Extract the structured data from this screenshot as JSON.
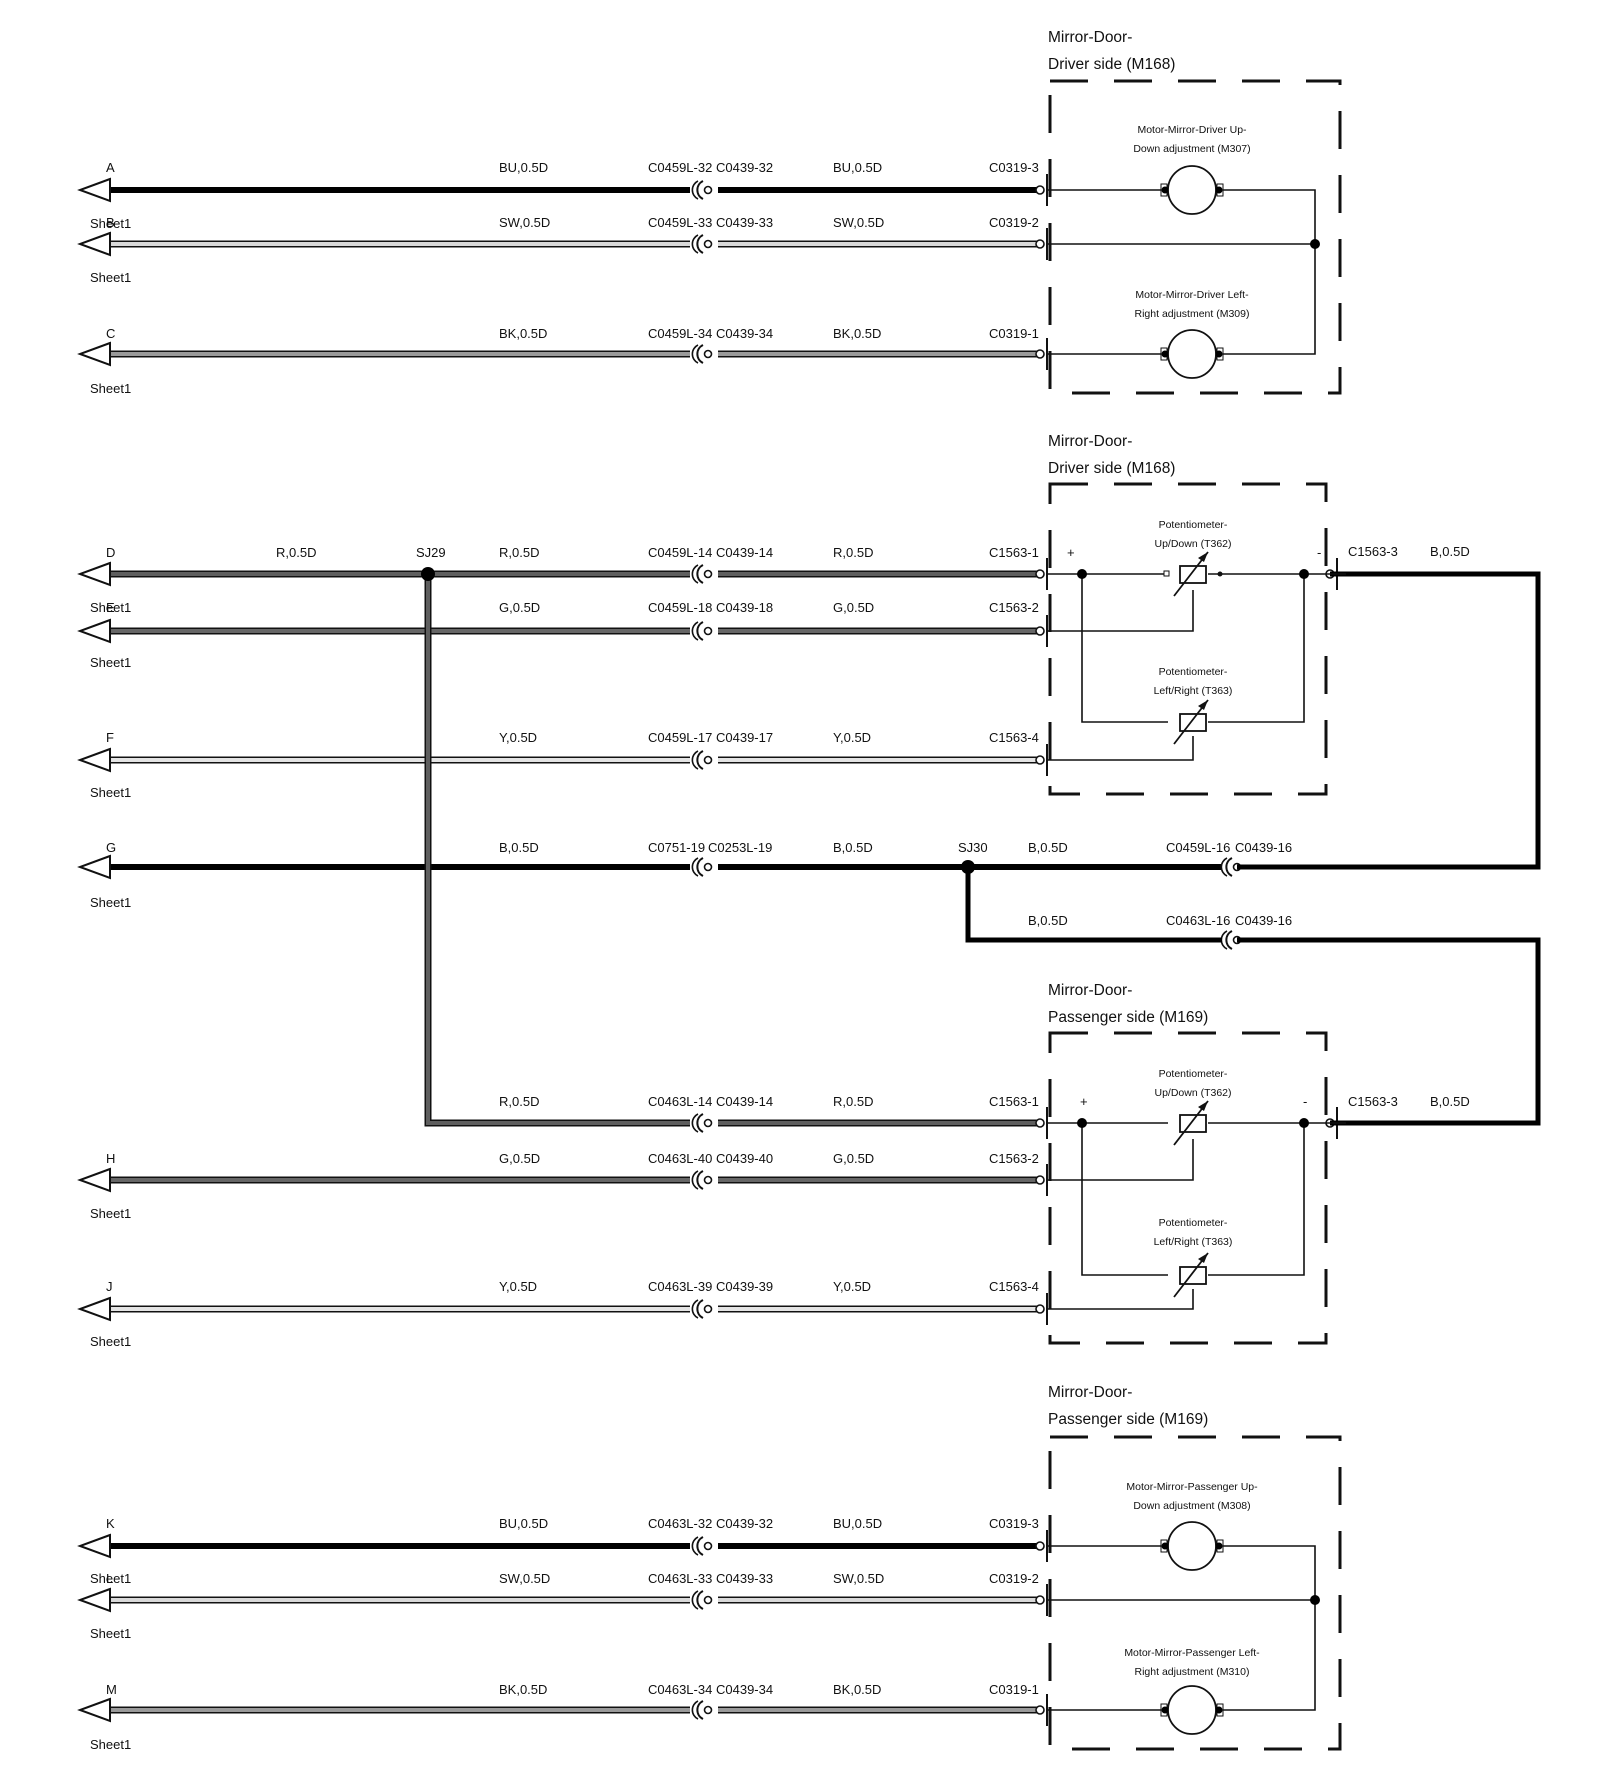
{
  "boxes": {
    "driver_motors": [
      "Mirror-Door-",
      "Driver side (M168)"
    ],
    "driver_pots": [
      "Mirror-Door-",
      "Driver side (M168)"
    ],
    "pass_pots": [
      "Mirror-Door-",
      "Passenger side (M169)"
    ],
    "pass_motors": [
      "Mirror-Door-",
      "Passenger side (M169)"
    ]
  },
  "components": {
    "m307": [
      "Motor-Mirror-Driver Up-",
      "Down adjustment (M307)"
    ],
    "m309": [
      "Motor-Mirror-Driver Left-",
      "Right adjustment (M309)"
    ],
    "t362_drv": [
      "Potentiometer-",
      "Up/Down (T362)"
    ],
    "t363_drv": [
      "Potentiometer-",
      "Left/Right (T363)"
    ],
    "t362_pass": [
      "Potentiometer-",
      "Up/Down (T362)"
    ],
    "t363_pass": [
      "Potentiometer-",
      "Left/Right (T363)"
    ],
    "m308": [
      "Motor-Mirror-Passenger Up-",
      "Down adjustment (M308)"
    ],
    "m310": [
      "Motor-Mirror-Passenger Left-",
      "Right adjustment (M310)"
    ]
  },
  "wires": [
    {
      "id": "A",
      "sheet": "Sheet1",
      "wire1": "BU,0.5D",
      "c1": "C0459L-32",
      "c2": "C0439-32",
      "wire2": "BU,0.5D",
      "end": "C0319-3"
    },
    {
      "id": "B",
      "sheet": "Sheet1",
      "wire1": "SW,0.5D",
      "c1": "C0459L-33",
      "c2": "C0439-33",
      "wire2": "SW,0.5D",
      "end": "C0319-2"
    },
    {
      "id": "C",
      "sheet": "Sheet1",
      "wire1": "BK,0.5D",
      "c1": "C0459L-34",
      "c2": "C0439-34",
      "wire2": "BK,0.5D",
      "end": "C0319-1"
    },
    {
      "id": "D",
      "sheet": "Sheet1",
      "wire0": "R,0.5D",
      "splice": "SJ29",
      "wire1": "R,0.5D",
      "c1": "C0459L-14",
      "c2": "C0439-14",
      "wire2": "R,0.5D",
      "end": "C1563-1"
    },
    {
      "id": "E",
      "sheet": "Sheet1",
      "wire1": "G,0.5D",
      "c1": "C0459L-18",
      "c2": "C0439-18",
      "wire2": "G,0.5D",
      "end": "C1563-2"
    },
    {
      "id": "F",
      "sheet": "Sheet1",
      "wire1": "Y,0.5D",
      "c1": "C0459L-17",
      "c2": "C0439-17",
      "wire2": "Y,0.5D",
      "end": "C1563-4"
    },
    {
      "id": "G",
      "sheet": "Sheet1",
      "wire1": "B,0.5D",
      "c1": "C0751-19",
      "c2": "C0253L-19",
      "wire2": "B,0.5D",
      "splice": "SJ30",
      "wire3": "B,0.5D",
      "c3": "C0459L-16",
      "c4": "C0439-16"
    },
    {
      "id": "G2",
      "wire3": "B,0.5D",
      "c3": "C0463L-16",
      "c4": "C0439-16"
    },
    {
      "id": "R2",
      "wire1": "R,0.5D",
      "c1": "C0463L-14",
      "c2": "C0439-14",
      "wire2": "R,0.5D",
      "end": "C1563-1"
    },
    {
      "id": "H",
      "sheet": "Sheet1",
      "wire1": "G,0.5D",
      "c1": "C0463L-40",
      "c2": "C0439-40",
      "wire2": "G,0.5D",
      "end": "C1563-2"
    },
    {
      "id": "J",
      "sheet": "Sheet1",
      "wire1": "Y,0.5D",
      "c1": "C0463L-39",
      "c2": "C0439-39",
      "wire2": "Y,0.5D",
      "end": "C1563-4"
    },
    {
      "id": "K",
      "sheet": "Sheet1",
      "wire1": "BU,0.5D",
      "c1": "C0463L-32",
      "c2": "C0439-32",
      "wire2": "BU,0.5D",
      "end": "C0319-3"
    },
    {
      "id": "L",
      "sheet": "Sheet1",
      "wire1": "SW,0.5D",
      "c1": "C0463L-33",
      "c2": "C0439-33",
      "wire2": "SW,0.5D",
      "end": "C0319-2"
    },
    {
      "id": "M",
      "sheet": "Sheet1",
      "wire1": "BK,0.5D",
      "c1": "C0463L-34",
      "c2": "C0439-34",
      "wire2": "BK,0.5D",
      "end": "C0319-1"
    }
  ],
  "ground_drv": {
    "conn": "C1563-3",
    "wire": "B,0.5D",
    "plus": "+",
    "minus": "-"
  },
  "ground_pass": {
    "conn": "C1563-3",
    "wire": "B,0.5D",
    "plus": "+",
    "minus": "-"
  },
  "colors": {
    "BU": "#000000",
    "SW": "#d9d9d9",
    "BK": "#9a9a9a",
    "R": "#5e5e5e",
    "G": "#666666",
    "Y": "#e4e4e4",
    "B": "#000000"
  }
}
